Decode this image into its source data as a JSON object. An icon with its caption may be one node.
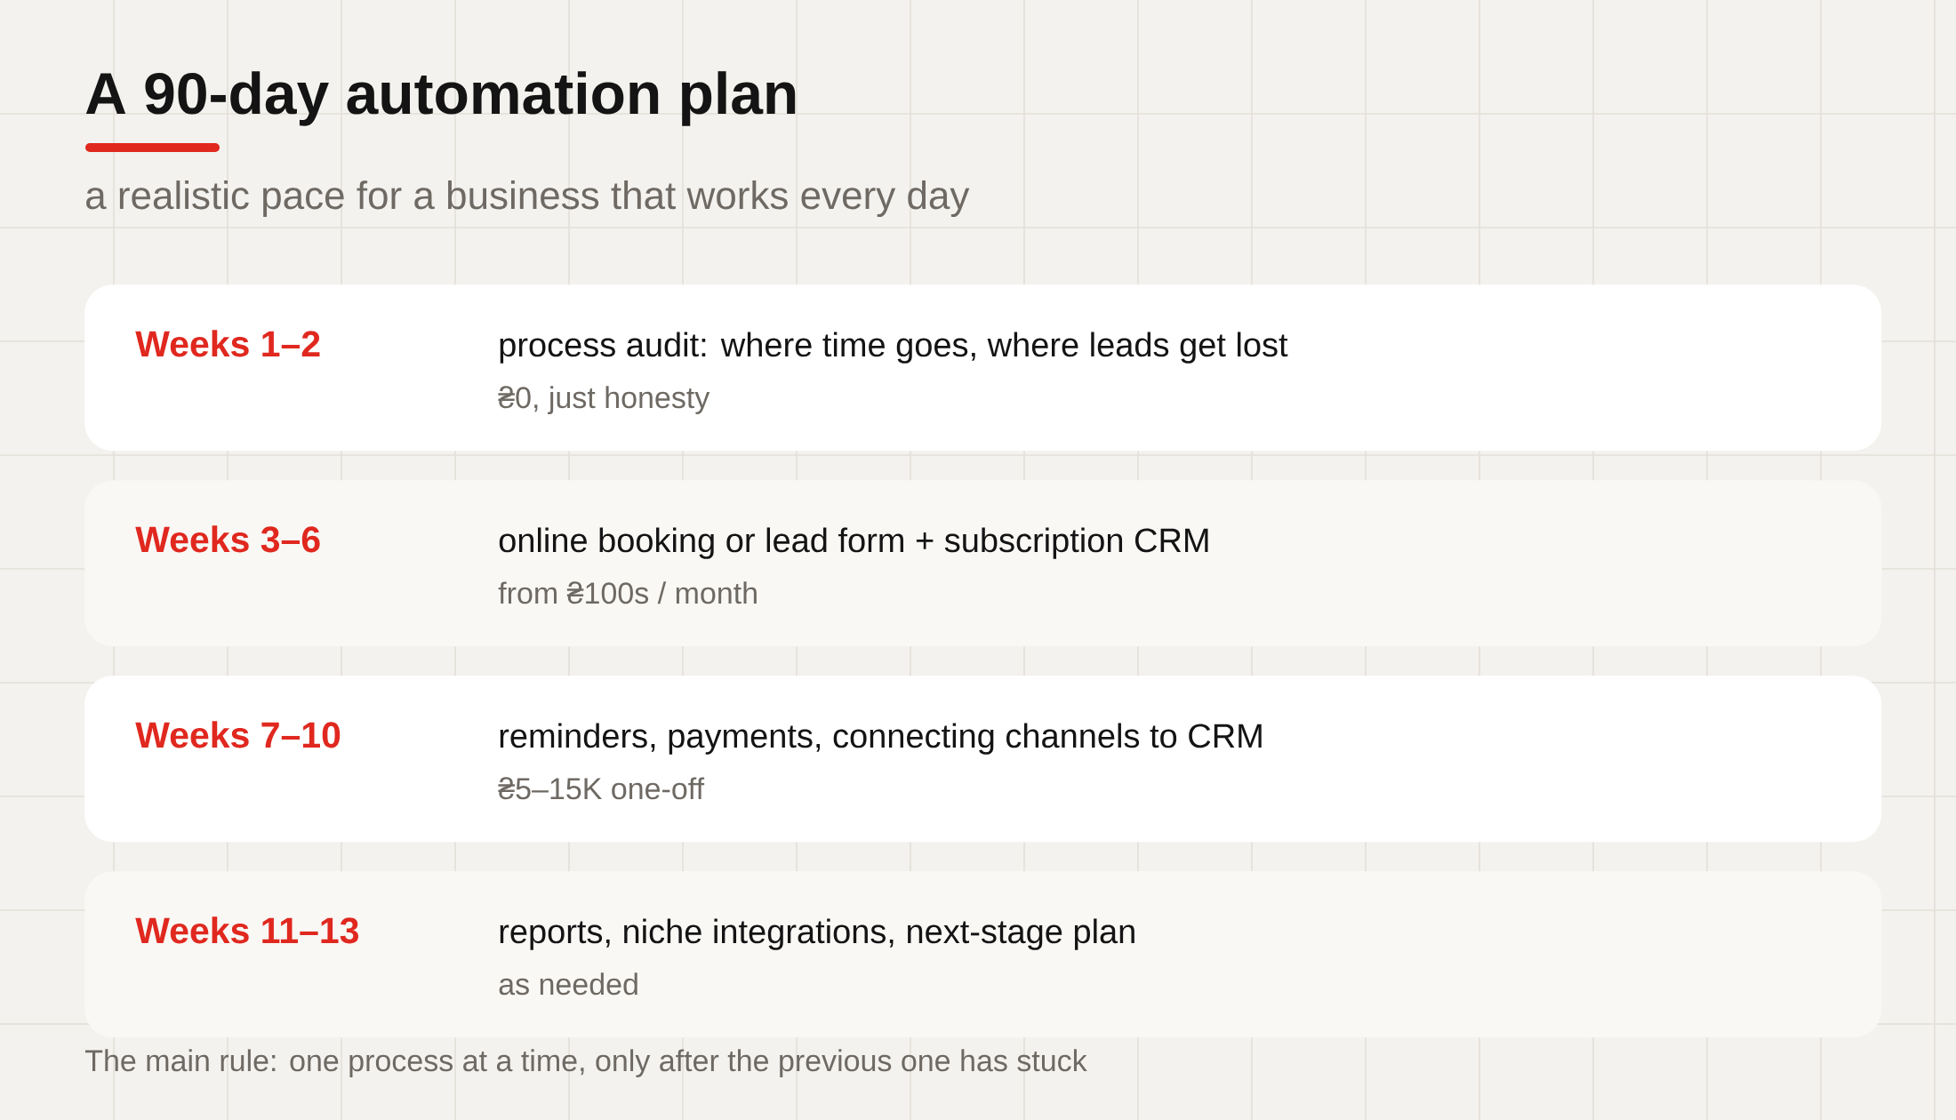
{
  "diagram": {
    "title": "A 90-day automation plan",
    "caption": "The main rule: one process at a time, only after the previous one has stuck",
    "nodes": [
      {
        "text": [
          "Weeks 1–2",
          "process audit: where time goes, where leads get lost",
          "₴0, just honesty"
        ]
      },
      {
        "text": [
          "Weeks 3–6",
          "online booking or lead form + subscription CRM",
          "from ₴100s / month"
        ]
      },
      {
        "text": [
          "Weeks 7–10",
          "reminders, payments, connecting channels to CRM",
          "₴5–15K one-off"
        ]
      },
      {
        "text": [
          "Weeks 11–13",
          "reports, niche integrations, next-stage plan",
          "as needed"
        ]
      }
    ],
    "labels": [
      "a realistic pace for a business that works every day"
    ]
  }
}
